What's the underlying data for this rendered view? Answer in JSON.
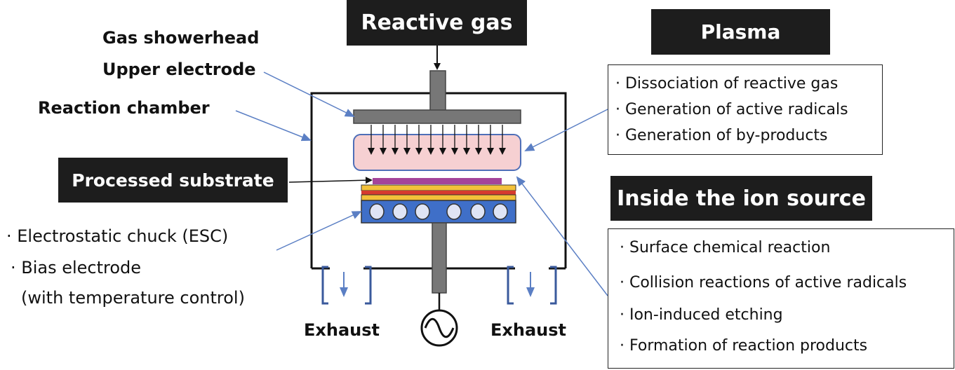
{
  "labels": {
    "reactive_gas": "Reactive gas",
    "gas_showerhead": "Gas showerhead",
    "upper_electrode": "Upper electrode",
    "reaction_chamber": "Reaction chamber",
    "processed_substrate": "Processed substrate",
    "exhaust_left": "Exhaust",
    "exhaust_right": "Exhaust"
  },
  "esc_list": [
    "· Electrostatic chuck (ESC)",
    "· Bias electrode",
    "(with temperature control)"
  ],
  "plasma": {
    "title": "Plasma",
    "items": [
      "· Dissociation of reactive gas",
      "· Generation of active radicals",
      "· Generation of by-products"
    ]
  },
  "ion_source": {
    "title": "Inside the ion source",
    "items": [
      "· Surface chemical reaction",
      "· Collision reactions of active radicals",
      "· Ion-induced etching",
      "· Formation of reaction products"
    ]
  },
  "colors": {
    "pointer_blue": "#5b7fc4",
    "electrode_gray": "#777777",
    "plasma_pink": "#f6d0d2",
    "chuck_blue": "#3f6fc8",
    "substrate_purple": "#a4449a",
    "layer_yellow": "#f3c13a",
    "layer_red": "#d63b2f"
  }
}
